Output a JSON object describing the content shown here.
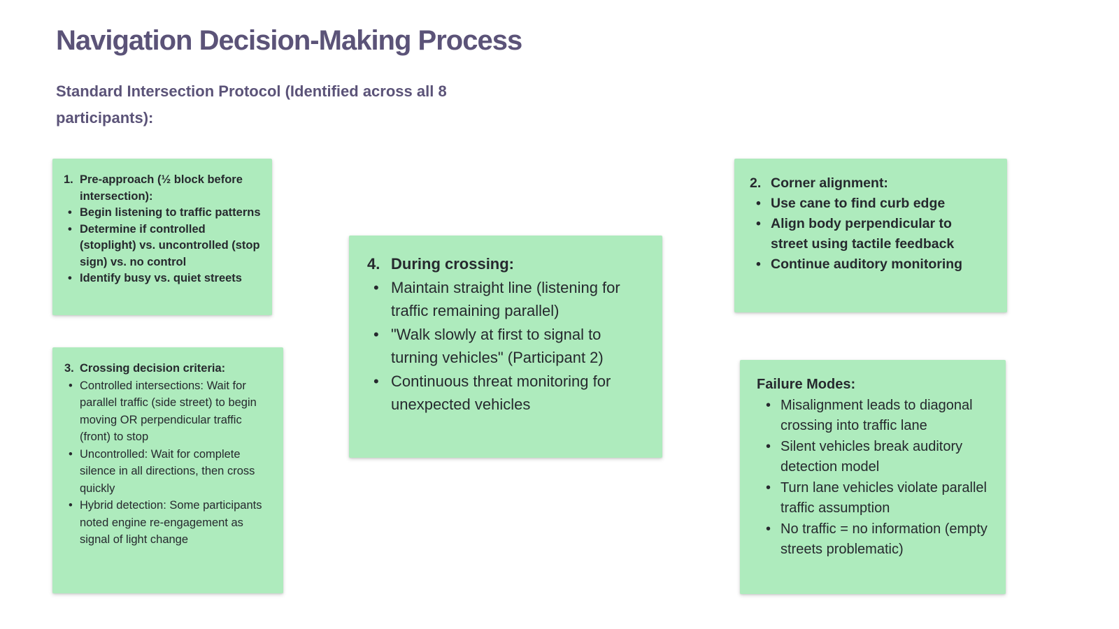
{
  "page": {
    "title": "Navigation Decision-Making Process",
    "subtitle": "Standard Intersection Protocol (Identified across all 8 participants):"
  },
  "colors": {
    "title_purple": "#5b5378",
    "note_green": "#aeebbd",
    "note_text": "#26292e",
    "page_bg": "#ffffff"
  },
  "glyphs": {
    "bullet": "•"
  },
  "notes": [
    {
      "id": "pre-approach",
      "number": "1.",
      "heading": "Pre-approach (½ block before intersection):",
      "bullets": [
        "Begin listening to traffic patterns",
        "Determine if controlled (stoplight) vs. uncontrolled (stop sign) vs. no control",
        "Identify busy vs. quiet streets"
      ]
    },
    {
      "id": "corner-alignment",
      "number": "2.",
      "heading": "Corner alignment:",
      "bullets": [
        "Use cane to find curb edge",
        "Align body perpendicular to street using tactile feedback",
        "Continue auditory monitoring"
      ]
    },
    {
      "id": "crossing-decision-criteria",
      "number": "3.",
      "heading": "Crossing decision criteria:",
      "bullets": [
        "Controlled intersections: Wait for parallel traffic (side street) to begin moving OR perpendicular traffic (front) to stop",
        "Uncontrolled: Wait for complete silence in all directions, then cross quickly",
        "Hybrid detection: Some participants noted engine re-engagement as signal of light change"
      ]
    },
    {
      "id": "during-crossing",
      "number": "4.",
      "heading": "During crossing:",
      "bullets": [
        "Maintain straight line (listening for traffic remaining parallel)",
        "\"Walk slowly at first to signal to turning vehicles\" (Participant 2)",
        "Continuous threat monitoring for unexpected vehicles"
      ]
    },
    {
      "id": "failure-modes",
      "number": "",
      "heading": "Failure Modes:",
      "bullets": [
        "Misalignment leads to diagonal crossing into traffic lane",
        "Silent vehicles break auditory detection model",
        "Turn lane vehicles violate parallel traffic assumption",
        "No traffic = no information (empty streets problematic)"
      ]
    }
  ]
}
